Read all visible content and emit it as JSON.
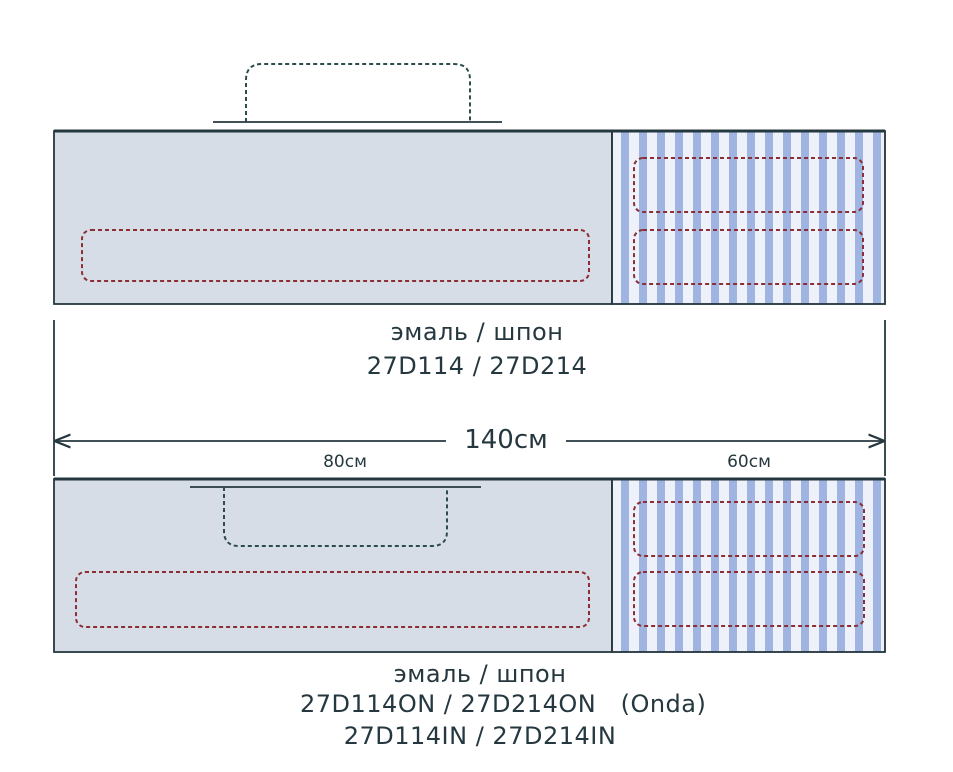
{
  "colors": {
    "panel_fill": "#d7dde6",
    "stripe_blue": "#9fb4e0",
    "stripe_light": "#eef0fa",
    "outline": "#26383f",
    "dashed_red": "#8b2f35",
    "dashed_green": "#2c4c4e"
  },
  "top_caption": {
    "line1": "эмаль / шпон",
    "line2": "27D114 / 27D214"
  },
  "dimensions": {
    "total": "140см",
    "left": "80см",
    "right": "60см"
  },
  "bottom_caption": {
    "line1": "эмаль / шпон",
    "line2": "27D114ON / 27D214ON   (Onda)",
    "line3": "27D114IN / 27D214IN"
  }
}
